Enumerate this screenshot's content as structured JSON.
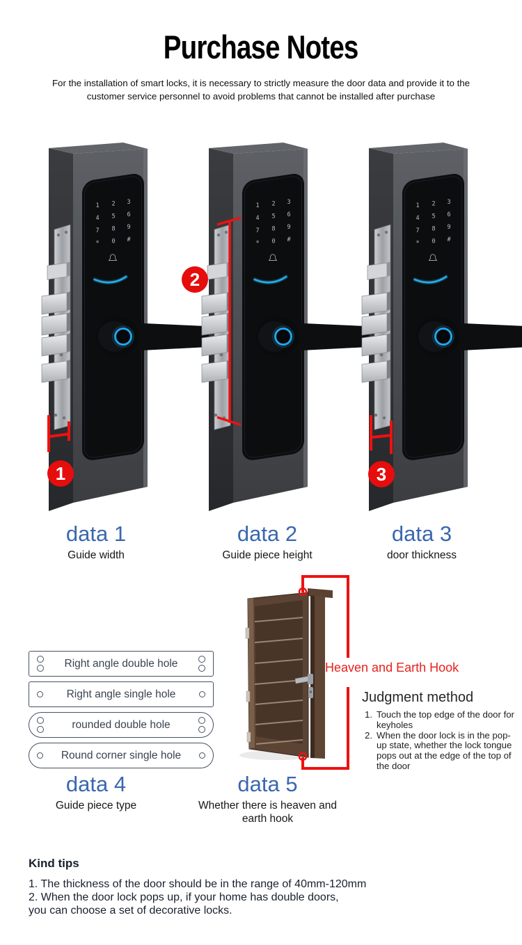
{
  "header": {
    "title": "Purchase Notes",
    "subtitle": "For the installation of smart locks, it is necessary to strictly measure the door data and provide it to the\ncustomer service personnel to avoid problems that cannot be installed after purchase"
  },
  "locks": {
    "keypad": [
      "1",
      "2",
      "3",
      "4",
      "5",
      "6",
      "7",
      "8",
      "9",
      "*",
      "0",
      "#"
    ],
    "badges": [
      "1",
      "2",
      "3"
    ]
  },
  "data_points": [
    {
      "title": "data 1",
      "caption": "Guide width"
    },
    {
      "title": "data 2",
      "caption": "Guide piece height"
    },
    {
      "title": "data 3",
      "caption": "door thickness"
    },
    {
      "title": "data 4",
      "caption": "Guide piece type"
    },
    {
      "title": "data 5",
      "caption": "Whether there is heaven and earth hook"
    }
  ],
  "guide_types": [
    {
      "label": "Right angle double hole",
      "shape": "rectangle",
      "holes": "double"
    },
    {
      "label": "Right angle single hole",
      "shape": "rectangle",
      "holes": "single"
    },
    {
      "label": "rounded double hole",
      "shape": "pill",
      "holes": "double"
    },
    {
      "label": "Round corner single hole",
      "shape": "pill",
      "holes": "single"
    }
  ],
  "door_section": {
    "hook_label": "Heaven and Earth Hook",
    "judgment_title": "Judgment method",
    "judgment_items": [
      {
        "num": "1.",
        "text": "Touch the top edge of the door for keyholes"
      },
      {
        "num": "2.",
        "text": "When the door lock is in the pop-up state, whether the lock tongue pops out at the edge of the top of the door"
      }
    ]
  },
  "kind_tips": {
    "title": "Kind tips",
    "body": "1. The thickness of the door should be in the range of 40mm-120mm\n2. When the door lock pops up, if your home has double doors,\nyou can choose a set of decorative locks."
  },
  "colors": {
    "accent_blue": "#3a67b0",
    "annotation_red": "#ee1111",
    "lock_highlight_blue": "#28aae8"
  }
}
